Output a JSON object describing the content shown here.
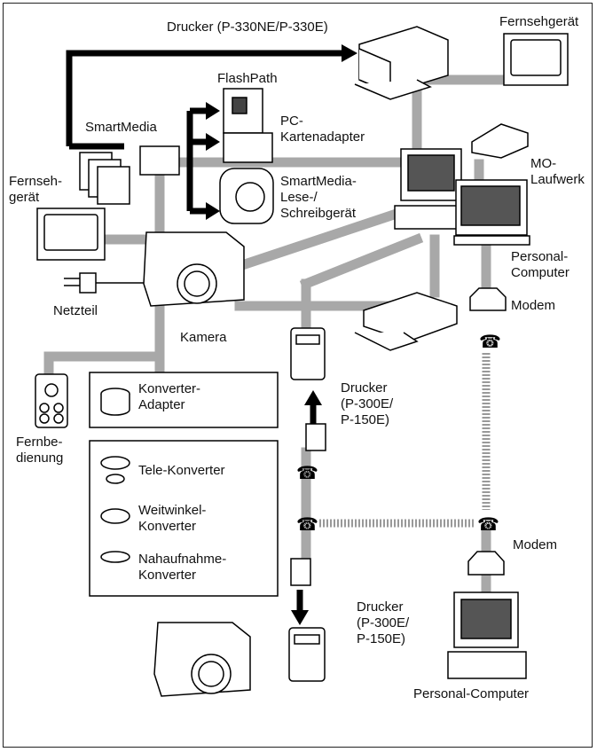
{
  "labels": {
    "printer_top": "Drucker (P-330NE/P-330E)",
    "tv_top": "Fernsehgerät",
    "flashpath": "FlashPath",
    "smartmedia": "SmartMedia",
    "pc_adapter": "PC-\nKartenadapter",
    "smartmedia_reader": "SmartMedia-\nLese-/\nSchreibgerät",
    "tv_left": "Fernseh-\ngerät",
    "mo_drive": "MO-\nLaufwerk",
    "personal_computer_top": "Personal-\nComputer",
    "modem_top": "Modem",
    "power_adapter": "Netzteil",
    "camera": "Kamera",
    "printer_mid": "Drucker\n(P-300E/\nP-150E)",
    "remote": "Fernbe-\ndienung",
    "converter_adapter": "Konverter-\nAdapter",
    "tele_converter": "Tele-Konverter",
    "wide_converter": "Weitwinkel-\nKonverter",
    "closeup_converter": "Nahaufnahme-\nKonverter",
    "modem_bottom": "Modem",
    "printer_bottom": "Drucker\n(P-300E/\nP-150E)",
    "personal_computer_bottom": "Personal-Computer"
  }
}
